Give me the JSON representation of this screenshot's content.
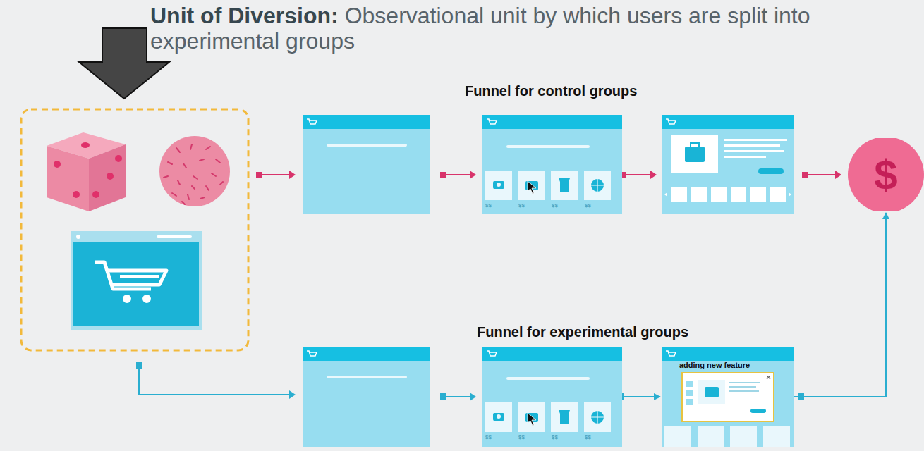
{
  "diagram": {
    "title": "Unit of Diversion:",
    "nodes": [
      {
        "text": [
          "$$",
          "$$",
          "$$",
          "$$"
        ]
      },
      {
        "text": [
          "$$",
          "$$",
          "$$",
          "$$"
        ]
      },
      {
        "text": [
          "adding new feature"
        ]
      },
      {
        "text": [
          "$"
        ]
      }
    ],
    "edges": [
      {
        "from": 1,
        "to": 2,
        "arrow": "to"
      },
      {
        "from": 2,
        "to": 3,
        "arrow": "to"
      }
    ],
    "labels": [
      "Observational unit by which users are split into experimental groups",
      "Funnel for control groups",
      "Funnel for experimental groups"
    ]
  }
}
